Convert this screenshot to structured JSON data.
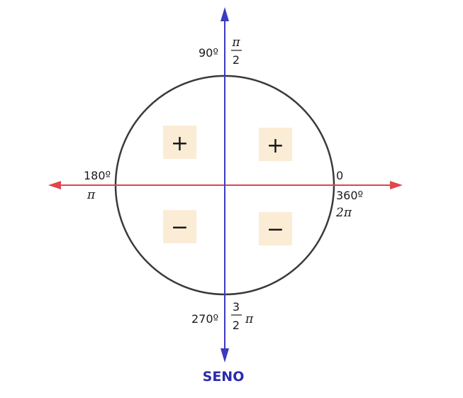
{
  "diagram": {
    "title": "SENO",
    "colors": {
      "vertical_axis": "#3b3bc0",
      "horizontal_axis": "#e0464b",
      "circle": "#3a3a3a",
      "quadrant_box": "#fbecd6",
      "title": "#2a2ab0"
    },
    "labels": {
      "deg_90": "90º",
      "rad_90_num": "π",
      "rad_90_den": "2",
      "deg_0": "0",
      "deg_360": "360º",
      "rad_360": "2π",
      "deg_180": "180º",
      "rad_180": "π",
      "deg_270": "270º",
      "rad_270_num": "3",
      "rad_270_den": "2",
      "rad_270_pi": "π"
    },
    "quadrants": {
      "q1_sign": "+",
      "q2_sign": "+",
      "q3_sign": "−",
      "q4_sign": "−"
    }
  }
}
